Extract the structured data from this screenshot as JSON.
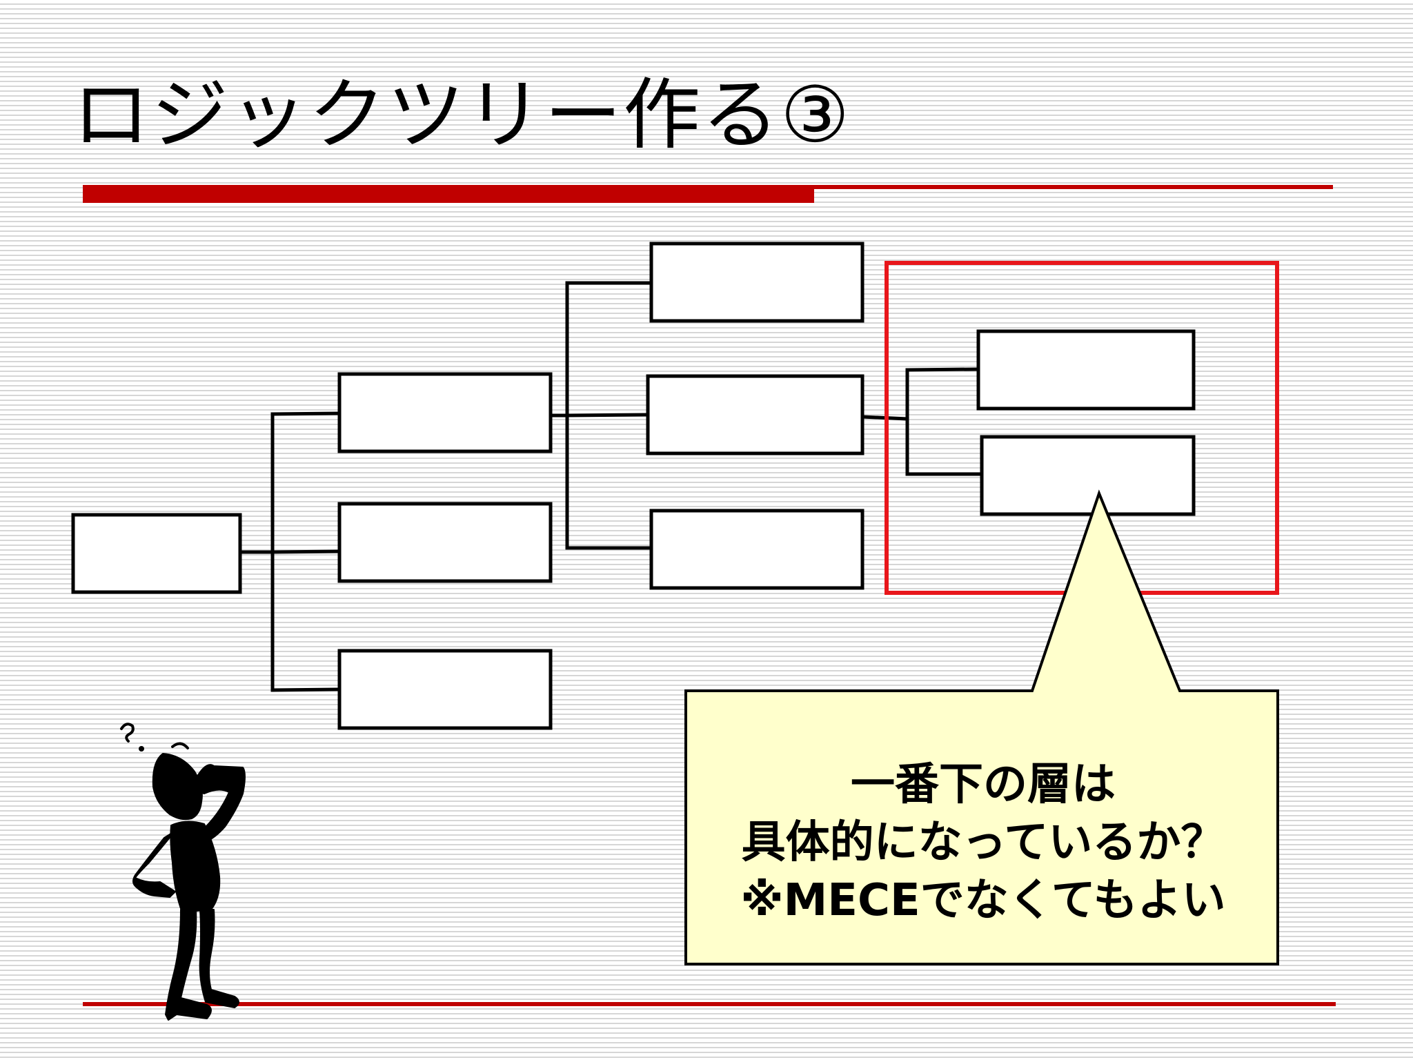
{
  "title": "ロジックツリー作る③",
  "colors": {
    "accent": "#c00000",
    "highlight_frame": "#e8161b",
    "callout_fill": "#ffffcc",
    "line": "#000000"
  },
  "tree": {
    "levels": 4,
    "boxes_per_level": [
      1,
      3,
      3,
      2
    ],
    "box_labels": []
  },
  "callout": {
    "lines": [
      "一番下の層は",
      "具体的になっているか？",
      "※MECEでなくてもよい"
    ]
  },
  "figure": {
    "icon": "thinking-person-icon"
  }
}
